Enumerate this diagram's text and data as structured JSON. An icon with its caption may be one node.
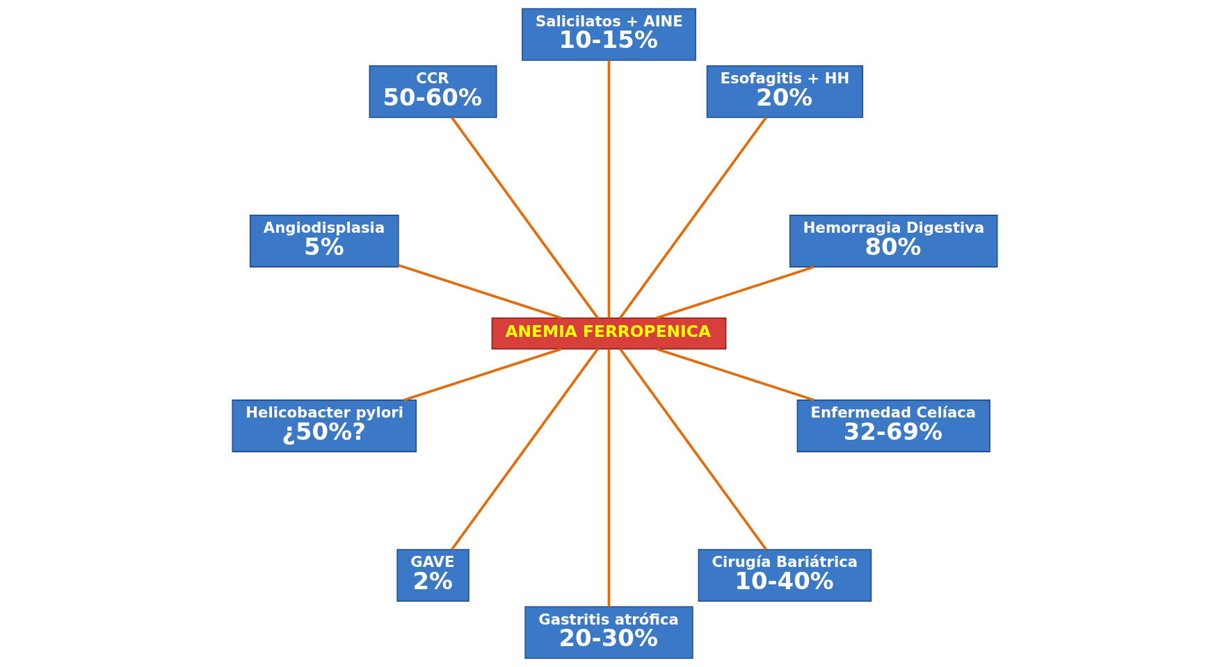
{
  "diagram": {
    "nodes": [
      {
        "text": [
          "Hemorragia Digestiva",
          "80%"
        ]
      },
      {
        "text": [
          "Esofagitis + HH",
          "20%"
        ]
      },
      {
        "text": [
          "Salicilatos + AINE",
          "10-15%"
        ]
      },
      {
        "text": [
          "CCR",
          "50-60%"
        ]
      },
      {
        "text": [
          "Angiodisplasia",
          "5%"
        ]
      },
      {
        "text": [
          "ANEMIA FERROPENICA"
        ]
      },
      {
        "text": [
          "Helicobacter pylori",
          "¿50%?"
        ]
      },
      {
        "text": [
          "GAVE",
          "2%"
        ]
      },
      {
        "text": [
          "Gastritis atrófica",
          "20-30%"
        ]
      },
      {
        "text": [
          "Cirugía Bariátrica",
          "10-40%"
        ]
      },
      {
        "text": [
          "Enfermedad Celíaca",
          "32-69%"
        ]
      }
    ],
    "edges": [
      {
        "from": 5,
        "to": 0,
        "arrow": "none"
      },
      {
        "from": 5,
        "to": 1,
        "arrow": "none"
      },
      {
        "from": 5,
        "to": 2,
        "arrow": "none"
      },
      {
        "from": 5,
        "to": 4,
        "arrow": "none"
      },
      {
        "from": 5,
        "to": 7,
        "arrow": "none"
      },
      {
        "from": 5,
        "to": 10,
        "arrow": "none"
      },
      {
        "from": 5,
        "to": 9,
        "arrow": "none"
      },
      {
        "from": 5,
        "to": 8,
        "arrow": "none"
      },
      {
        "from": 5,
        "to": 6,
        "arrow": "none"
      },
      {
        "from": 5,
        "to": 3,
        "arrow": "none"
      }
    ]
  }
}
